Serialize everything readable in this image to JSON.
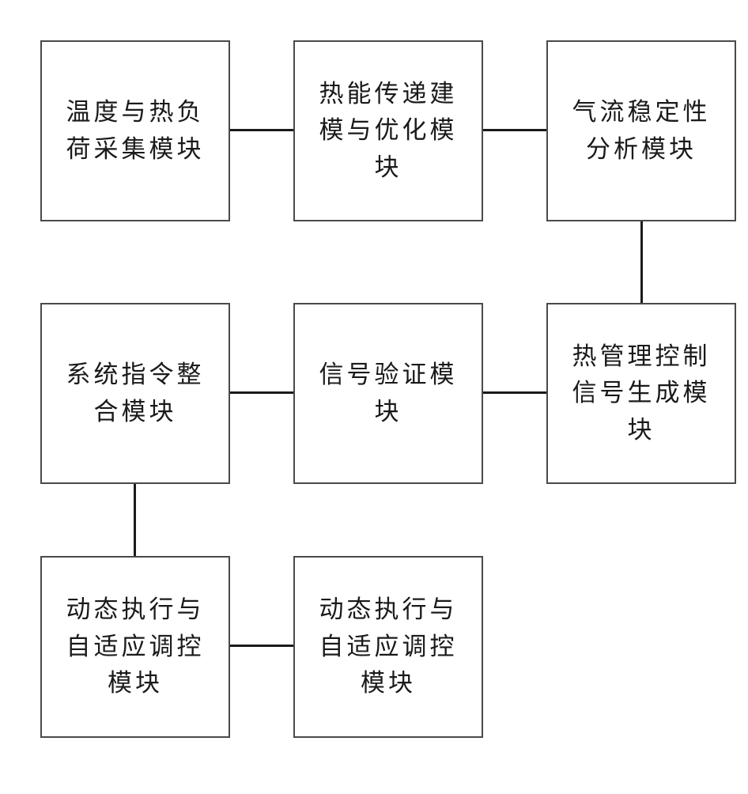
{
  "diagram": {
    "modules": {
      "m1": {
        "label": "温度与热负\n荷采集模块"
      },
      "m2": {
        "label": "热能传递建\n模与优化模\n块"
      },
      "m3": {
        "label": "气流稳定性\n分析模块"
      },
      "m4": {
        "label": "系统指令整\n合模块"
      },
      "m5": {
        "label": "信号验证模\n块"
      },
      "m6": {
        "label": "热管理控制\n信号生成模\n块"
      },
      "m7": {
        "label": "动态执行与\n自适应调控\n模块"
      },
      "m8": {
        "label": "动态执行与\n自适应调控\n模块"
      }
    },
    "connections": [
      [
        "m1",
        "m2"
      ],
      [
        "m2",
        "m3"
      ],
      [
        "m3",
        "m6"
      ],
      [
        "m6",
        "m5"
      ],
      [
        "m5",
        "m4"
      ],
      [
        "m4",
        "m7"
      ],
      [
        "m7",
        "m8"
      ]
    ],
    "colors": {
      "border": "#4a4a4a",
      "line": "#1a1a1a",
      "text": "#1a1a1a",
      "background": "#ffffff"
    }
  }
}
